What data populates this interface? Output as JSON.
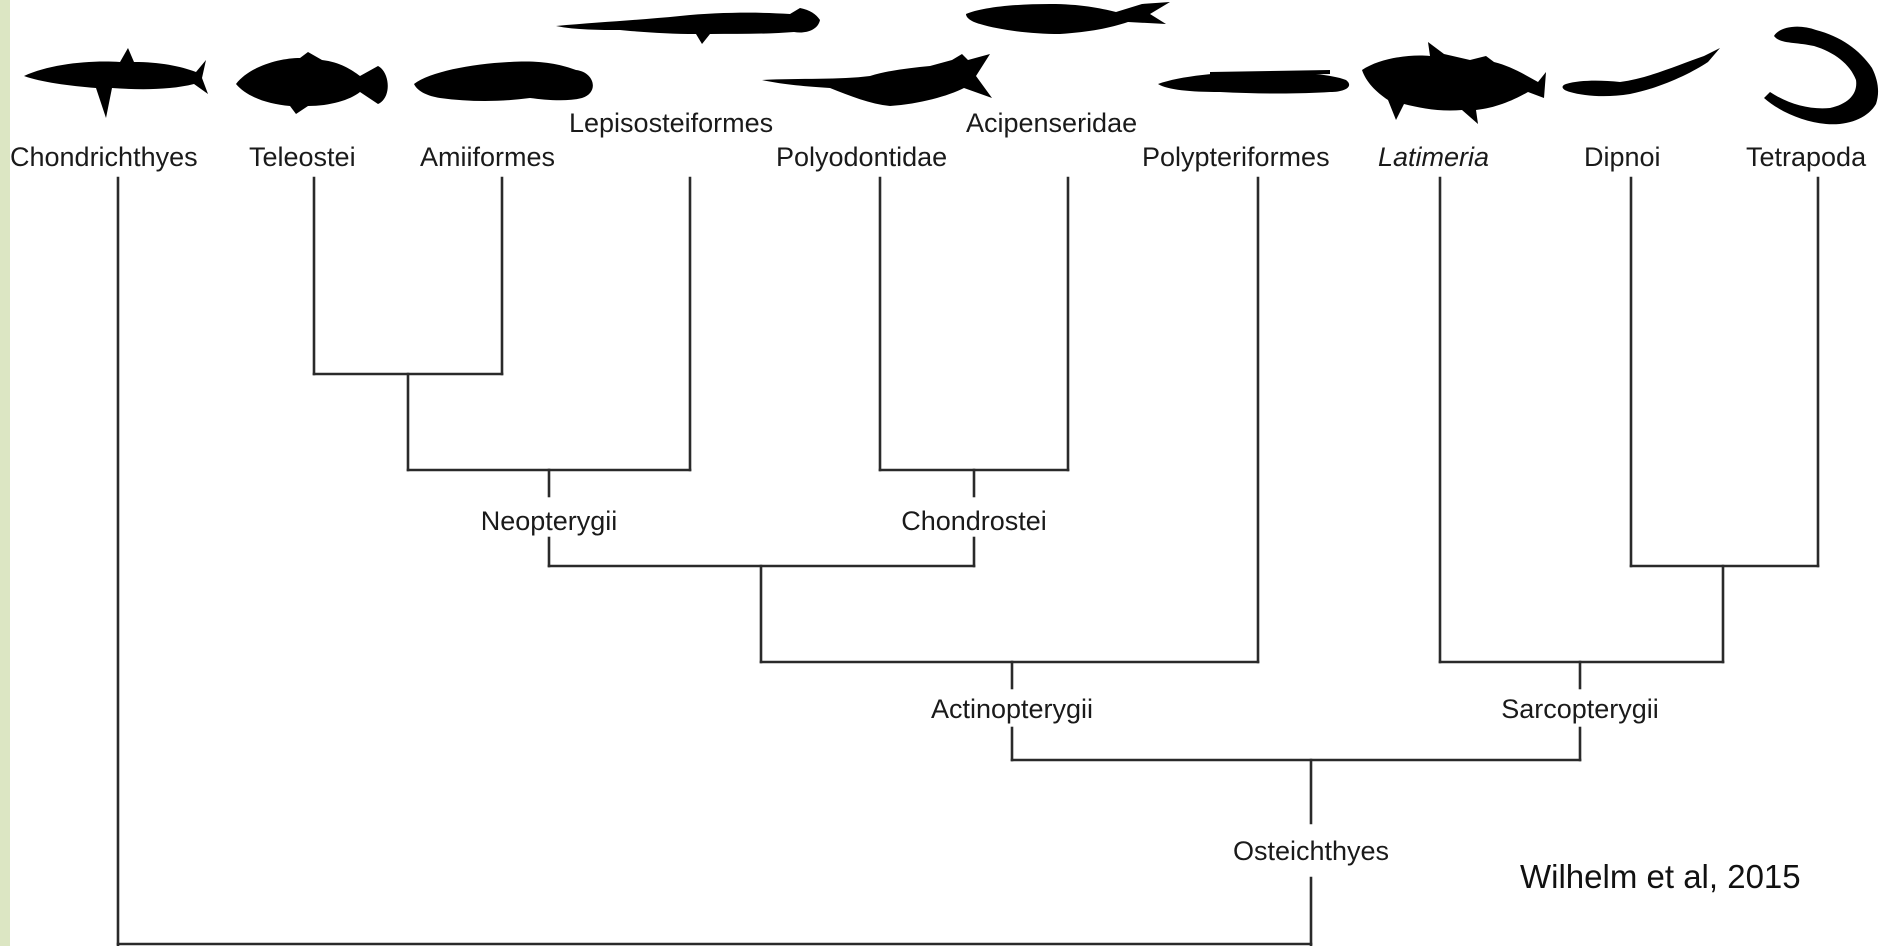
{
  "taxa": {
    "chondrichthyes": "Chondrichthyes",
    "teleostei": "Teleostei",
    "amiiformes": "Amiiformes",
    "lepisosteiformes": "Lepisosteiformes",
    "polyodontidae": "Polyodontidae",
    "acipenseridae": "Acipenseridae",
    "polypteriformes": "Polypteriformes",
    "latimeria": "Latimeria",
    "dipnoi": "Dipnoi",
    "tetrapoda": "Tetrapoda"
  },
  "clades": {
    "neopterygii": "Neopterygii",
    "chondrostei": "Chondrostei",
    "actinopterygii": "Actinopterygii",
    "sarcopterygii": "Sarcopterygii",
    "osteichthyes": "Osteichthyes"
  },
  "citation": "Wilhelm et al, 2015"
}
